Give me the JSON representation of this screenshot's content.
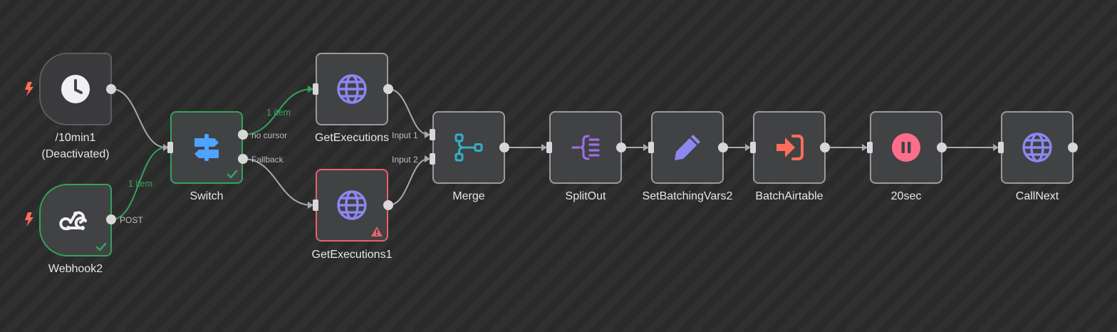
{
  "nodes": {
    "trigger10min": {
      "name": "/10min1",
      "status": "(Deactivated)"
    },
    "webhook": {
      "name": "Webhook2",
      "output": "POST"
    },
    "switch": {
      "name": "Switch",
      "outputs": [
        "no cursor",
        "Fallback"
      ]
    },
    "getExecutions": {
      "name": "GetExecutions"
    },
    "getExecutions1": {
      "name": "GetExecutions1"
    },
    "merge": {
      "name": "Merge",
      "inputs": [
        "Input 1",
        "Input 2"
      ]
    },
    "splitOut": {
      "name": "SplitOut"
    },
    "setBatchingVars": {
      "name": "SetBatchingVars2"
    },
    "batchAirtable": {
      "name": "BatchAirtable"
    },
    "wait": {
      "name": "20sec"
    },
    "callNext": {
      "name": "CallNext"
    }
  },
  "edge_labels": {
    "switch_to_getexecutions": "1 item",
    "webhook_to_switch": "1 item"
  },
  "icons": {
    "trigger10min": "clock-icon",
    "webhook": "webhook-icon",
    "switch": "signpost-icon",
    "http": "globe-icon",
    "merge": "merge-icon",
    "splitOut": "split-out-icon",
    "set": "pencil-icon",
    "batch": "sign-in-arrow-icon",
    "wait": "pause-icon",
    "trigger": "lightning-bolt-icon",
    "success": "check-icon",
    "error": "warning-triangle-icon"
  },
  "colors": {
    "canvas": "#2a2a2b",
    "node": "#414244",
    "success": "#33a35a",
    "error": "#e8626a",
    "http": "#8c87f0",
    "merge": "#35aec8",
    "splitOut": "#9b6fe3",
    "batch": "#ff6d5a",
    "wait": "#ff6d8a",
    "switch": "#4da3ff",
    "trigger": "#ff6d5a"
  }
}
